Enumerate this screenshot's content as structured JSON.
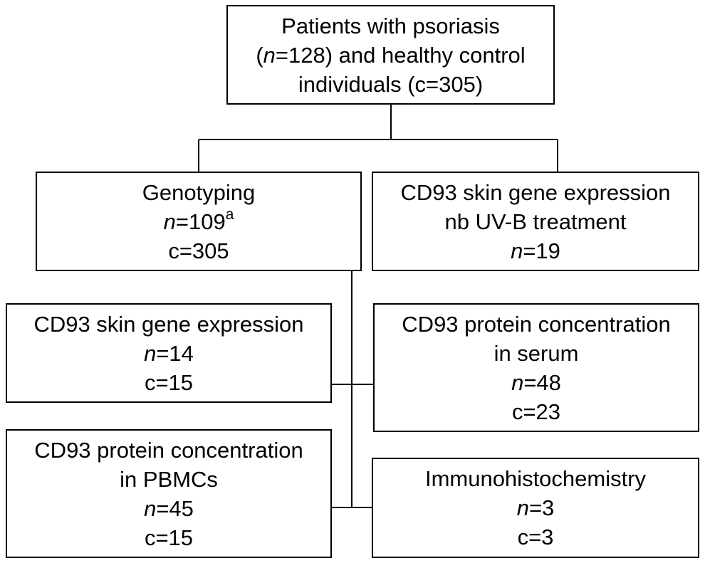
{
  "root": {
    "line1": "Patients with psoriasis",
    "line2_n": "n",
    "line2_rest": "=128) and healthy control",
    "line2_open": "(",
    "line3": "individuals (c=305)"
  },
  "genotyping": {
    "title": "Genotyping",
    "n_label": "n",
    "n_value": "=109",
    "n_sup": "a",
    "c_line": "c=305"
  },
  "uvb": {
    "line1": "CD93 skin gene expression",
    "line2": "nb UV-B treatment",
    "n_label": "n",
    "n_value": "=19"
  },
  "skin_expr": {
    "line1": "CD93 skin gene expression",
    "n_label": "n",
    "n_value": "=14",
    "c_line": "c=15"
  },
  "serum": {
    "line1": "CD93 protein concentration",
    "line2": "in serum",
    "n_label": "n",
    "n_value": "=48",
    "c_line": "c=23"
  },
  "pbmc": {
    "line1": "CD93 protein concentration",
    "line2": "in PBMCs",
    "n_label": "n",
    "n_value": "=45",
    "c_line": "c=15"
  },
  "ihc": {
    "line1": "Immunohistochemistry",
    "n_label": "n",
    "n_value": "=3",
    "c_line": "c=3"
  }
}
